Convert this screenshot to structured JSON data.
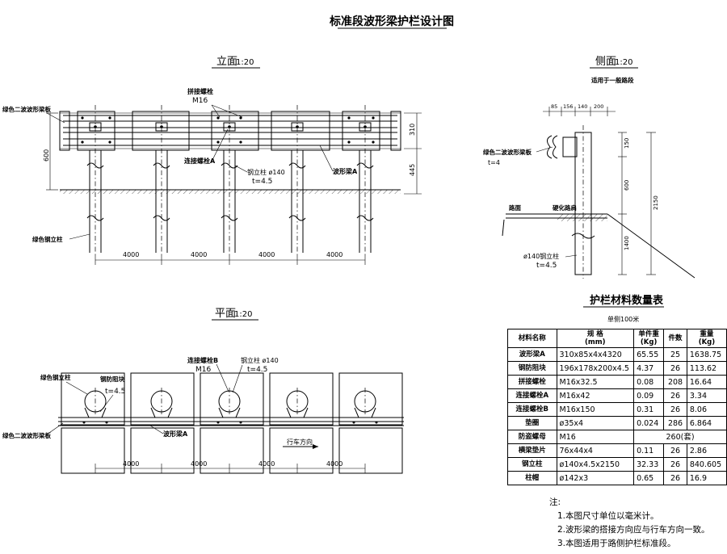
{
  "title": "标准段波形梁护栏设计图",
  "elevation": {
    "heading": "立面",
    "scale": "1:20",
    "labels": {
      "splice_bolt": "拼接螺栓",
      "splice_bolt_size": "M16",
      "beam_plate": "绿色二波波形梁板",
      "bolt_a": "连接螺栓A",
      "steel_post": "钢立柱 ø140",
      "post_t": "t=4.5",
      "beam_a": "波形梁A",
      "green_post": "绿色钢立柱"
    },
    "dims": {
      "h600": "600",
      "h310": "310",
      "h445": "445",
      "spans": [
        "4000",
        "4000",
        "4000",
        "4000"
      ]
    }
  },
  "side": {
    "heading": "侧面",
    "scale": "1:20",
    "subtitle": "适用于一般路段",
    "labels": {
      "beam_plate": "绿色二波波形梁板",
      "beam_t": "t=4",
      "road": "路面",
      "hard_shoulder": "硬化路肩",
      "post": "ø140钢立柱",
      "post_t": "t=4.5"
    },
    "dims": {
      "top": [
        "85",
        "156",
        "140",
        "200"
      ],
      "v150": "150",
      "v600": "600",
      "v1400": "1400",
      "v2150": "2150"
    }
  },
  "plan": {
    "heading": "平面",
    "scale": "1:20",
    "labels": {
      "bolt_b": "连接螺栓B",
      "bolt_b_size": "M16",
      "post": "钢立柱 ø140",
      "post_t": "t=4.5",
      "green_post": "绿色钢立柱",
      "anti_block": "钢防阻块",
      "anti_block_t": "t=4.5",
      "beam_plate": "绿色二波波形梁板",
      "beam_a": "波形梁A",
      "direction": "行车方向"
    },
    "dims": {
      "spans": [
        "4000",
        "4000",
        "4000",
        "4000"
      ]
    }
  },
  "table": {
    "title": "护栏材料数量表",
    "subtitle": "单侧100米",
    "headers": {
      "name": "材料名称",
      "spec": "规 格",
      "spec_unit": "(mm)",
      "unit_w": "单件重",
      "unit_w_unit": "(Kg)",
      "count": "件数",
      "total": "重量",
      "total_unit": "(Kg)"
    },
    "rows": [
      {
        "name": "波形梁A",
        "spec": "310x85x4x4320",
        "unit_w": "65.55",
        "count": "25",
        "total": "1638.75"
      },
      {
        "name": "钢防阻块",
        "spec": "196x178x200x4.5",
        "unit_w": "4.37",
        "count": "26",
        "total": "113.62"
      },
      {
        "name": "拼接螺栓",
        "spec": "M16x32.5",
        "unit_w": "0.08",
        "count": "208",
        "total": "16.64"
      },
      {
        "name": "连接螺栓A",
        "spec": "M16x42",
        "unit_w": "0.09",
        "count": "26",
        "total": "3.34"
      },
      {
        "name": "连接螺栓B",
        "spec": "M16x150",
        "unit_w": "0.31",
        "count": "26",
        "total": "8.06"
      },
      {
        "name": "垫圈",
        "spec": "ø35x4",
        "unit_w": "0.024",
        "count": "286",
        "total": "6.864"
      },
      {
        "name": "防盗螺母",
        "spec": "M16",
        "merged": "260(套)"
      },
      {
        "name": "横梁垫片",
        "spec": "76x44x4",
        "unit_w": "0.11",
        "count": "26",
        "total": "2.86"
      },
      {
        "name": "钢立柱",
        "spec": "ø140x4.5x2150",
        "unit_w": "32.33",
        "count": "26",
        "total": "840.605"
      },
      {
        "name": "柱帽",
        "spec": "ø142x3",
        "unit_w": "0.65",
        "count": "26",
        "total": "16.9"
      }
    ]
  },
  "notes": {
    "heading": "注:",
    "items": [
      "1.本图尺寸单位以毫米计。",
      "2.波形梁的搭接方向应与行车方向一致。",
      "3.本图适用于路侧护栏标准段。"
    ]
  }
}
